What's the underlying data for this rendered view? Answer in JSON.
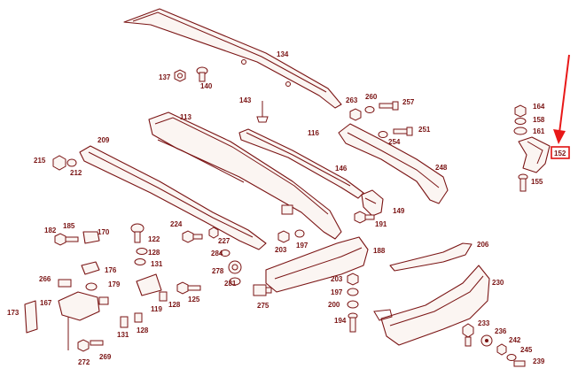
{
  "diagram": {
    "part_numbers": {
      "p113": "113",
      "p116": "116",
      "p119": "119",
      "p122": "122",
      "p125": "125",
      "p128a": "128",
      "p128b": "128",
      "p128c": "128",
      "p131a": "131",
      "p131b": "131",
      "p134": "134",
      "p137": "137",
      "p140": "140",
      "p143": "143",
      "p146": "146",
      "p149": "149",
      "p152": "152",
      "p155": "155",
      "p158": "158",
      "p161": "161",
      "p164": "164",
      "p167": "167",
      "p170": "170",
      "p173": "173",
      "p176": "176",
      "p179": "179",
      "p182": "182",
      "p185": "185",
      "p188": "188",
      "p191": "191",
      "p194": "194",
      "p197a": "197",
      "p197b": "197",
      "p200": "200",
      "p203a": "203",
      "p203b": "203",
      "p206": "206",
      "p209": "209",
      "p212": "212",
      "p215": "215",
      "p224": "224",
      "p227": "227",
      "p230": "230",
      "p233": "233",
      "p236": "236",
      "p239": "239",
      "p242": "242",
      "p245": "245",
      "p248": "248",
      "p251": "251",
      "p254": "254",
      "p257": "257",
      "p260": "260",
      "p263": "263",
      "p266": "266",
      "p269": "269",
      "p272": "272",
      "p275": "275",
      "p278": "278",
      "p281": "281",
      "p284": "284"
    },
    "highlighted_part": "152",
    "colors": {
      "line": "#7a1414",
      "fill": "#fbf5f2",
      "highlight_border": "#e01010",
      "arrow": "#e81818"
    }
  }
}
